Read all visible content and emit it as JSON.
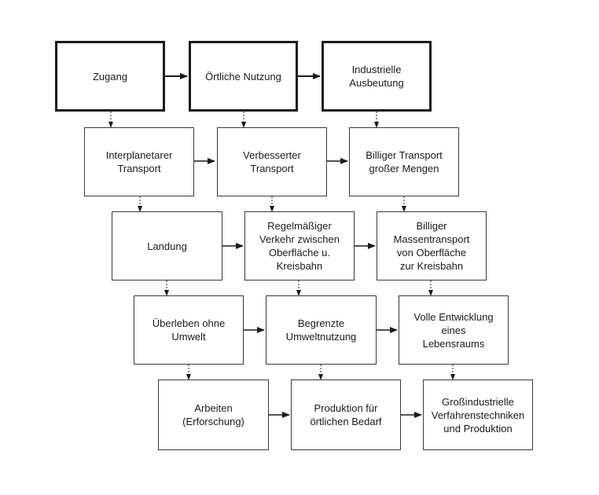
{
  "boxes": {
    "zugang": "Zugang",
    "oertliche_nutzung": "Örtliche Nutzung",
    "industrielle_ausbeutung": "Industrielle\nAusbeutung",
    "interplanetarer_transport": "Interplanetarer\nTransport",
    "verbesserter_transport": "Verbesserter\nTransport",
    "billiger_transport": "Billiger Transport\ngroßer Mengen",
    "landung": "Landung",
    "regelmaessiger_verkehr": "Regelmäßiger\nVerkehr zwischen\nOberfläche u.\nKreisbahn",
    "billiger_massentransport": "Billiger\nMassentransport\nvon Oberfläche\nzur Kreisbahn",
    "ueberleben": "Überleben ohne\nUmwelt",
    "begrenzte_umweltnutzung": "Begrenzte\nUmweltnutzung",
    "volle_entwicklung": "Volle Entwicklung\neines\nLebensraums",
    "arbeiten": "Arbeiten\n(Erforschung)",
    "produktion_oertlich": "Produktion für\nörtlichen Bedarf",
    "grossindustrielle": "Großindustrielle\nVerfahrenstechniken\nund Produktion"
  },
  "colors": {
    "line": "#1a1a1a",
    "box_border": "#3a3a3a"
  }
}
